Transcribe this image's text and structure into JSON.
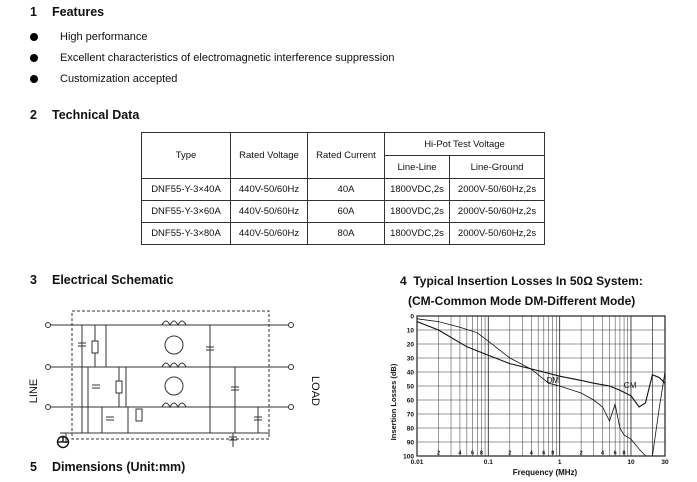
{
  "features": {
    "number": "1",
    "heading": "Features",
    "items": [
      "High performance",
      "Excellent characteristics of electromagnetic interference suppression",
      "Customization accepted"
    ]
  },
  "technical_data": {
    "number": "2",
    "heading": "Technical Data",
    "headers": {
      "type": "Type",
      "rated_voltage": "Rated Voltage",
      "rated_current": "Rated Current",
      "hipot": "Hi-Pot Test Voltage",
      "line_line": "Line-Line",
      "line_ground": "Line-Ground"
    },
    "rows": [
      {
        "type": "DNF55-Y-3×40A",
        "voltage": "440V-50/60Hz",
        "current": "40A",
        "line_line": "1800VDC,2s",
        "line_ground": "2000V-50/60Hz,2s"
      },
      {
        "type": "DNF55-Y-3×60A",
        "voltage": "440V-50/60Hz",
        "current": "60A",
        "line_line": "1800VDC,2s",
        "line_ground": "2000V-50/60Hz,2s"
      },
      {
        "type": "DNF55-Y-3×80A",
        "voltage": "440V-50/60Hz",
        "current": "80A",
        "line_line": "1800VDC,2s",
        "line_ground": "2000V-50/60Hz,2s"
      }
    ]
  },
  "schematic": {
    "number": "3",
    "heading": "Electrical Schematic",
    "line_label": "LINE",
    "load_label": "LOAD"
  },
  "insertion_loss": {
    "number": "4",
    "heading": "Typical Insertion Losses In 50Ω System:",
    "subheading": "(CM-Common Mode   DM-Different Mode)"
  },
  "dimensions": {
    "number": "5",
    "heading": "Dimensions (Unit:mm)"
  },
  "chart_data": {
    "type": "line",
    "xlabel": "Frequency (MHz)",
    "ylabel": "Insertion Losses (dB)",
    "x_scale": "log",
    "xlim": [
      0.01,
      30
    ],
    "ylim": [
      0,
      100
    ],
    "y_inverted": true,
    "y_ticks": [
      "0",
      "10",
      "20",
      "30",
      "40",
      "50",
      "60",
      "70",
      "80",
      "90",
      "100"
    ],
    "x_major_ticks": [
      "0.01",
      "0.1",
      "1",
      "10",
      "30"
    ],
    "x_minor_tick_labels": [
      "2",
      "4",
      "6",
      "8"
    ],
    "grid": true,
    "series": [
      {
        "name": "CM",
        "x": [
          0.01,
          0.02,
          0.05,
          0.1,
          0.2,
          0.5,
          1,
          2,
          3,
          5,
          7,
          10,
          13,
          16,
          20,
          25,
          30
        ],
        "y": [
          4,
          10,
          22,
          28,
          34,
          39,
          43,
          46,
          48,
          50,
          53,
          57,
          65,
          62,
          42,
          44,
          48
        ]
      },
      {
        "name": "DM",
        "x": [
          0.01,
          0.02,
          0.04,
          0.07,
          0.1,
          0.2,
          0.4,
          0.7,
          1,
          2,
          3,
          4,
          5,
          6,
          7,
          8,
          10,
          13,
          16,
          20,
          25,
          30
        ],
        "y": [
          2,
          4,
          8,
          12,
          18,
          30,
          38,
          48,
          50,
          55,
          60,
          65,
          75,
          63,
          80,
          85,
          88,
          95,
          100,
          100,
          65,
          40
        ]
      }
    ]
  }
}
